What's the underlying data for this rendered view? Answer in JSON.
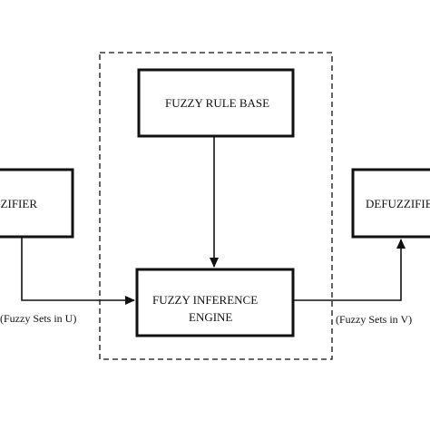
{
  "diagram": {
    "nodes": {
      "fuzzifier": {
        "label": "FUZZIFIER"
      },
      "rule_base": {
        "label": "FUZZY RULE BASE"
      },
      "inference_engine": {
        "line1": "FUZZY INFERENCE",
        "line2": "ENGINE"
      },
      "defuzzifier": {
        "label": "DEFUZZIFIER"
      }
    },
    "edges": {
      "fuzzifier_to_engine": "(Fuzzy Sets in U)",
      "engine_to_defuzzifier": "(Fuzzy Sets in V)"
    },
    "colors": {
      "stroke": "#111111",
      "background": "#ffffff"
    }
  }
}
